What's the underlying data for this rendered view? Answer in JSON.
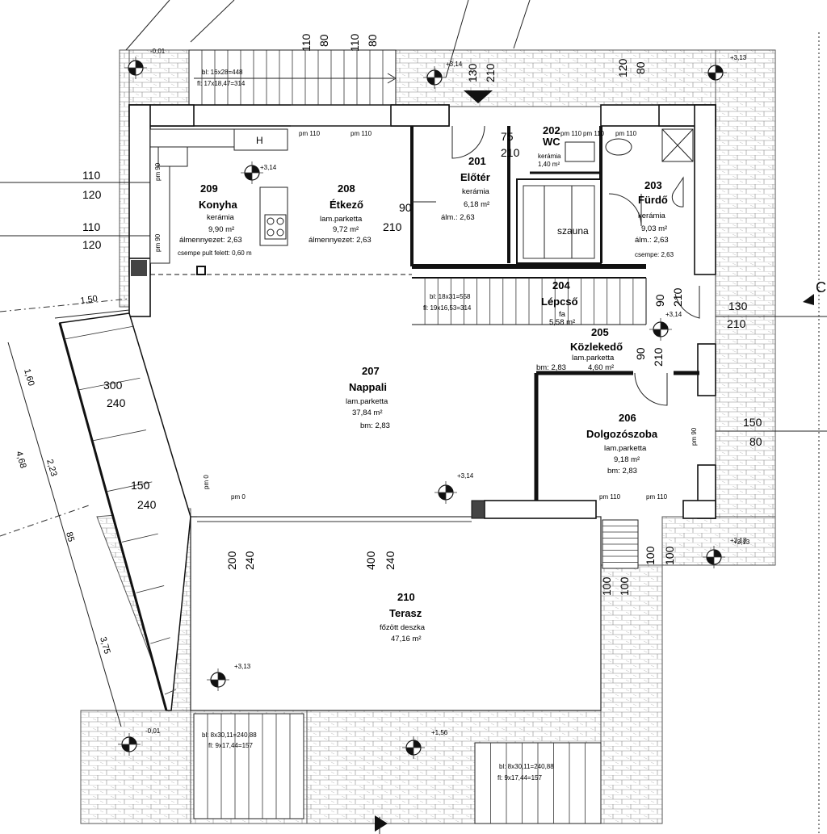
{
  "rooms": [
    {
      "id": "201",
      "name": "Előtér",
      "lines": [
        "kerámia",
        "6,18 m²",
        "álm.: 2,63"
      ]
    },
    {
      "id": "202",
      "name": "WC",
      "lines": [
        "kerámia",
        "1,40 m²"
      ]
    },
    {
      "id": "203",
      "name": "Fürdő",
      "lines": [
        "kerámia",
        "9,03 m²",
        "álm.: 2,63",
        "csempe: 2,63"
      ]
    },
    {
      "id": "204",
      "name": "Lépcső",
      "lines": [
        "fa",
        "5,58 m²"
      ]
    },
    {
      "id": "205",
      "name": "Közlekedő",
      "lines": [
        "lam.parketta",
        "4,60 m²",
        "bm: 2,83"
      ]
    },
    {
      "id": "206",
      "name": "Dolgozószoba",
      "lines": [
        "lam.parketta",
        "9,18 m²",
        "bm: 2,83"
      ]
    },
    {
      "id": "207",
      "name": "Nappali",
      "lines": [
        "lam.parketta",
        "37,84 m²",
        "bm: 2,83"
      ]
    },
    {
      "id": "208",
      "name": "Étkező",
      "lines": [
        "lam.parketta",
        "9,72 m²",
        "álmennyezet: 2,63"
      ]
    },
    {
      "id": "209",
      "name": "Konyha",
      "lines": [
        "kerámia",
        "9,90 m²",
        "álmennyezet: 2,63",
        "csempe pult felett: 0,60 m"
      ]
    },
    {
      "id": "210",
      "name": "Terasz",
      "lines": [
        "főzött deszka",
        "47,16 m²"
      ]
    }
  ],
  "labels": {
    "sauna": "szauna",
    "hood": "H",
    "stair_top": [
      "bl: 16x28=448",
      "fl: 17x18,47=314"
    ],
    "stair_inner": [
      "bl: 18x31=558",
      "fl: 19x16,53=314"
    ],
    "stair_bottom_left": [
      "bl: 8x30,11=240,88",
      "fl: 9x17,44=157"
    ],
    "stair_bottom_right": [
      "bl: 8x30,11=240,88",
      "fl: 9x17,44=157"
    ],
    "levels": [
      "+3,14",
      "+3,14",
      "+3,14",
      "+3,14",
      "+3,13",
      "+3,13",
      "+3,13",
      "+3,13",
      "-0,01",
      "-0,01",
      "+1,56"
    ],
    "pm": [
      "pm 110",
      "pm 110",
      "pm 110",
      "pm 110",
      "pm 110",
      "pm 110",
      "pm 110",
      "pm 0",
      "pm 0",
      "pm 90",
      "pm 90",
      "pm 90"
    ],
    "dims": [
      "110",
      "80",
      "110",
      "80",
      "130",
      "210",
      "120",
      "80",
      "75",
      "210",
      "90",
      "210",
      "110",
      "120",
      "110",
      "120",
      "130",
      "210",
      "90",
      "210",
      "90",
      "210",
      "300",
      "240",
      "150",
      "240",
      "150",
      "80",
      "200",
      "240",
      "400",
      "240",
      "100",
      "100",
      "100",
      "100",
      "1,50",
      "1,60",
      "4,68",
      "2,23",
      "85",
      "3,75"
    ],
    "section": "C"
  }
}
